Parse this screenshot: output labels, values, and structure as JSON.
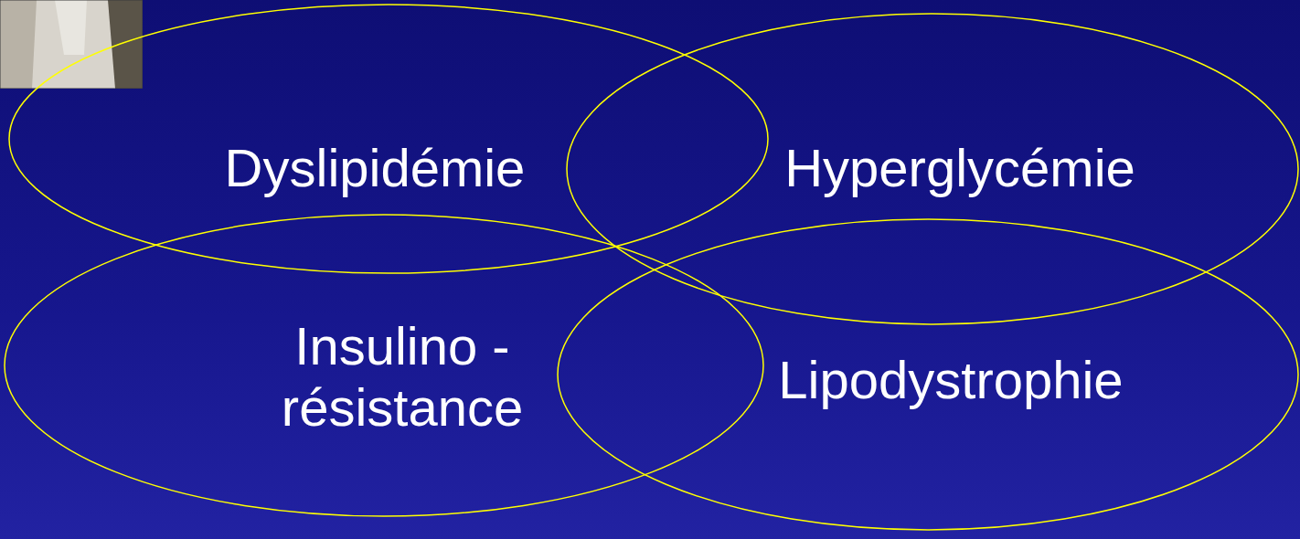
{
  "diagram": {
    "nodes": [
      {
        "text": [
          "Dyslipidémie"
        ]
      },
      {
        "text": [
          "Hyperglycémie"
        ]
      },
      {
        "text": [
          "Insulino -résistance"
        ]
      },
      {
        "text": [
          "Lipodystrophie"
        ]
      }
    ]
  }
}
